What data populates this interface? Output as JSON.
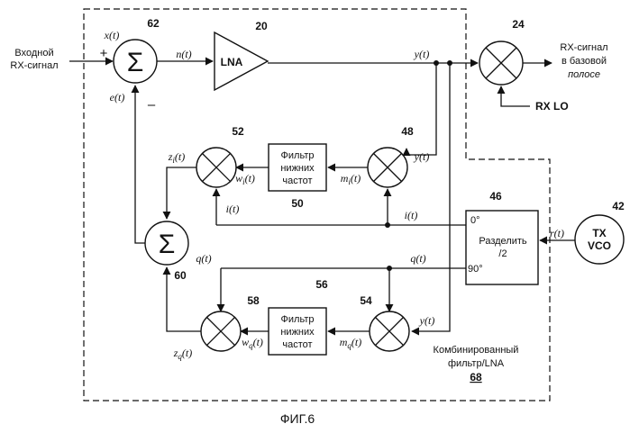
{
  "figure": {
    "caption": "ФИГ.6",
    "input_label": [
      "Входной",
      "RX-сигнал"
    ],
    "output_label": [
      "RX-сигнал",
      "в базовой",
      "полосе"
    ],
    "rx_lo": "RX LO",
    "combined_label": [
      "Комбинированный",
      "фильтр/LNA"
    ],
    "combined_ref": "68"
  },
  "blocks": {
    "lna": {
      "label": "LNA",
      "ref": "20"
    },
    "mixer_out": {
      "ref": "24"
    },
    "sum_top": {
      "symbol": "Σ",
      "ref": "62",
      "plus": "+",
      "minus": "–"
    },
    "sum_mid": {
      "symbol": "Σ",
      "ref": "60"
    },
    "mixer_52": {
      "ref": "52"
    },
    "mixer_48": {
      "ref": "48"
    },
    "mixer_58": {
      "ref": "58"
    },
    "mixer_54": {
      "ref": "54"
    },
    "filter_50": {
      "label": [
        "Фильтр",
        "нижних",
        "частот"
      ],
      "ref": "50"
    },
    "filter_56": {
      "label": [
        "Фильтр",
        "нижних",
        "частот"
      ],
      "ref": "56"
    },
    "divider": {
      "label": [
        "Разделить",
        "/2"
      ],
      "ref": "46",
      "port0": "0°",
      "port90": "90°"
    },
    "vco": {
      "label": [
        "TX",
        "VCO"
      ],
      "ref": "42"
    }
  },
  "signals": {
    "x": "x(t)",
    "n": "n(t)",
    "e": "e(t)",
    "y_top": "y(t)",
    "y_48": "y(t)",
    "y_54": "y(t)",
    "zi": "z(t)",
    "zi_sub": "i",
    "wi": "w(t)",
    "wi_sub": "i",
    "mi": "m(t)",
    "mi_sub": "i",
    "i_left": "i(t)",
    "i_right": "i(t)",
    "q_left": "q(t)",
    "q_right": "q(t)",
    "zq": "z(t)",
    "zq_sub": "q",
    "wq": "w(t)",
    "wq_sub": "q",
    "mq": "m(t)",
    "mq_sub": "q",
    "r": "r(t)"
  }
}
